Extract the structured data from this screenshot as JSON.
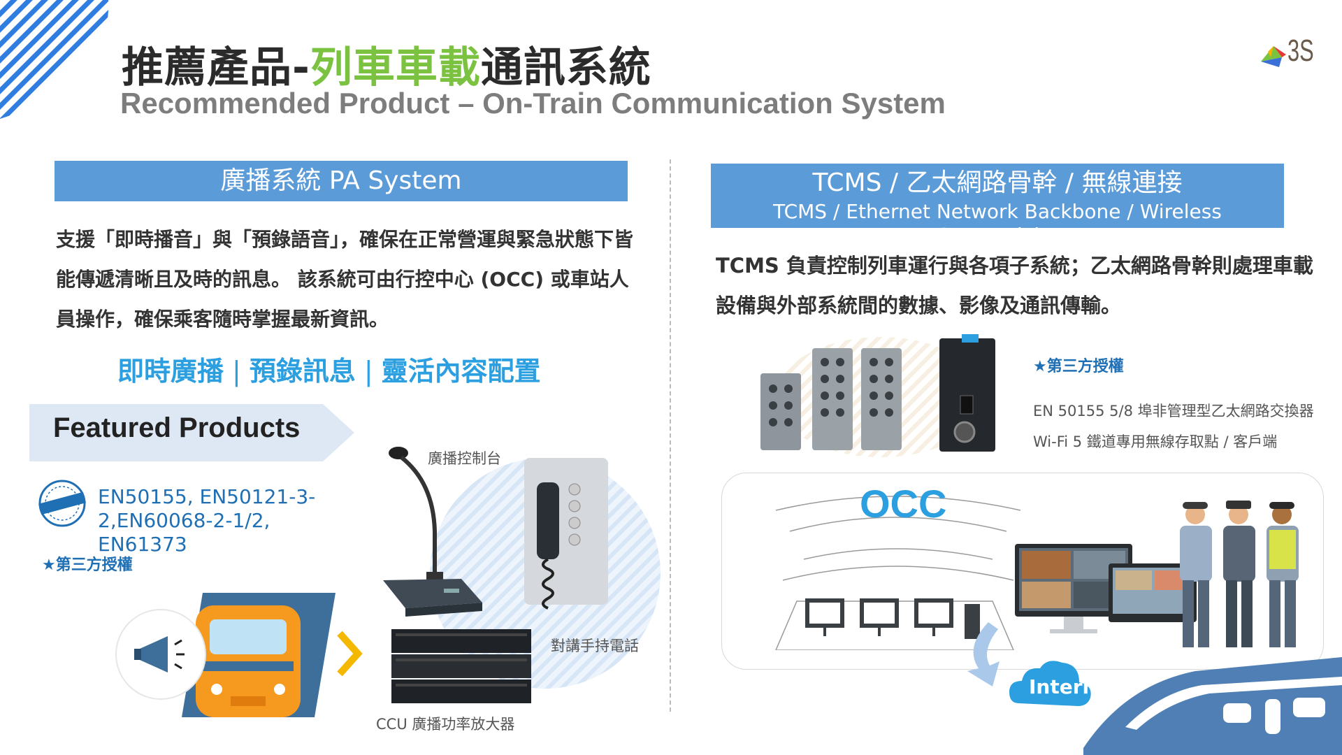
{
  "header": {
    "title_part1": "推薦產品-",
    "title_highlight": "列車車載",
    "title_part2": "通訊系統",
    "subtitle": "Recommended Product – On-Train Communication System",
    "logo_text": "3S"
  },
  "pa_section": {
    "band_title": "廣播系統 PA System",
    "description": "支援「即時播音」與「預錄語音」，確保在正常營運與緊急狀態下皆能傳遞清晰且及時的訊息。 該系統可由行控中心 (OCC) 或車站人員操作，確保乘客隨時掌握最新資訊。",
    "features": [
      "即時廣播",
      "預錄訊息",
      "靈活內容配置"
    ],
    "featured_title": "Featured Products",
    "certifications": "EN50155, EN50121-3-2,EN60068-2-1/2, EN61373",
    "third_party": "★第三方授權",
    "product_labels": {
      "console": "廣播控制台",
      "handset": "對講手持電話",
      "amplifier": "CCU 廣播功率放大器"
    }
  },
  "tcms_section": {
    "band_title_zh": "TCMS / 乙太網路骨幹 / 無線連接",
    "band_title_en": "TCMS / Ethernet Network Backbone / Wireless Connectivity",
    "description": "TCMS  負責控制列車運行與各項子系統；乙太網路骨幹則處理車載設備與外部系統間的數據、影像及通訊傳輸。",
    "third_party": "★第三方授權",
    "spec_lines": [
      "EN 50155 5/8 埠非管理型乙太網路交換器",
      "Wi-Fi 5 鐵道專用無線存取點 / 客戶端"
    ],
    "occ_label": "OCC",
    "internet_label": "Internet"
  },
  "colors": {
    "band_blue": "#5b9bd8",
    "green_highlight": "#7cc241",
    "feature_blue": "#2b9fe0",
    "cert_blue": "#1f6fb5"
  }
}
